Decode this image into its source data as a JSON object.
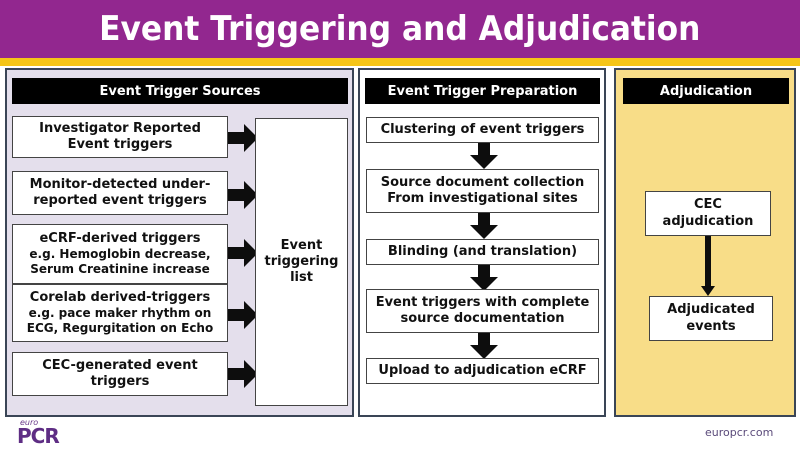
{
  "title": "Event Triggering and Adjudication",
  "colors": {
    "title_bar": "#92278f",
    "accent_strip": "#f5c518",
    "sources_panel": "#e4dfec",
    "preparation_panel": "#ffffff",
    "adjudication_panel": "#f8dd88",
    "header_bg": "#000000"
  },
  "sources": {
    "header": "Event Trigger Sources",
    "items": [
      {
        "lines": [
          "Investigator Reported",
          "Event triggers"
        ]
      },
      {
        "lines": [
          "Monitor-detected under-",
          "reported event triggers"
        ]
      },
      {
        "lines": [
          "eCRF-derived triggers",
          "e.g. Hemoglobin decrease,",
          "Serum Creatinine increase"
        ]
      },
      {
        "lines": [
          "Corelab derived-triggers",
          "e.g. pace maker rhythm on",
          "ECG, Regurgitation on Echo"
        ]
      },
      {
        "lines": [
          "CEC-generated event",
          "triggers"
        ]
      }
    ],
    "target": {
      "lines": [
        "Event",
        "triggering",
        "list"
      ]
    }
  },
  "preparation": {
    "header": "Event Trigger Preparation",
    "steps": [
      {
        "lines": [
          "Clustering of event triggers"
        ]
      },
      {
        "lines": [
          "Source document collection",
          "From investigational sites"
        ]
      },
      {
        "lines": [
          "Blinding (and translation)"
        ]
      },
      {
        "lines": [
          "Event triggers with complete",
          "source documentation"
        ]
      },
      {
        "lines": [
          "Upload to adjudication eCRF"
        ]
      }
    ]
  },
  "adjudication": {
    "header": "Adjudication",
    "steps": [
      {
        "lines": [
          "CEC",
          "adjudication"
        ]
      },
      {
        "lines": [
          "Adjudicated",
          "events"
        ]
      }
    ]
  },
  "footer": {
    "logo_small": "euro",
    "logo_main": "PCR",
    "url": "europcr.com"
  }
}
